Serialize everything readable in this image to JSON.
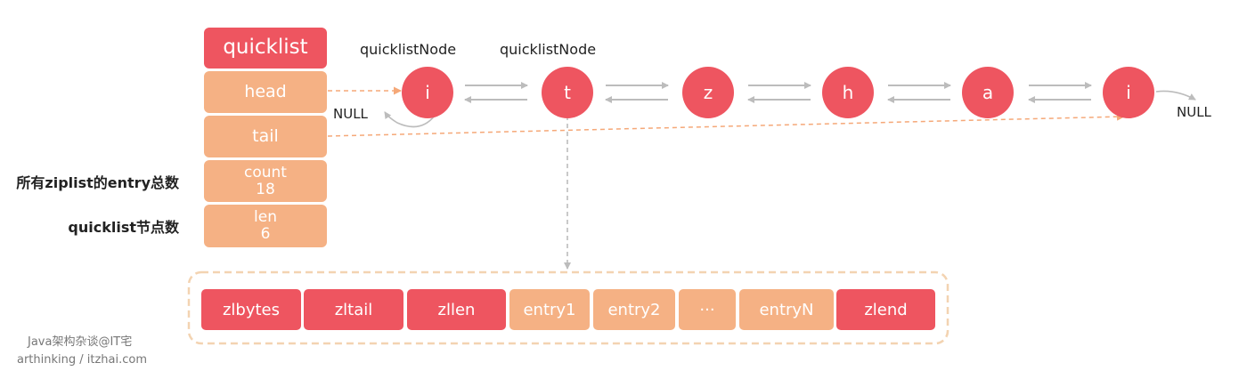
{
  "quicklist": {
    "title": "quicklist",
    "head": "head",
    "tail": "tail",
    "count_label": "count",
    "count_value": "18",
    "len_label": "len",
    "len_value": "6"
  },
  "annotations": {
    "count_desc": "所有ziplist的entry总数",
    "len_desc": "quicklist节点数",
    "node_type_1": "quicklistNode",
    "node_type_2": "quicklistNode",
    "null_left": "NULL",
    "null_right": "NULL"
  },
  "nodes": [
    "i",
    "t",
    "z",
    "h",
    "a",
    "i"
  ],
  "ziplist": {
    "cells": [
      {
        "label": "zlbytes",
        "kind": "header"
      },
      {
        "label": "zltail",
        "kind": "header"
      },
      {
        "label": "zllen",
        "kind": "header"
      },
      {
        "label": "entry1",
        "kind": "entry"
      },
      {
        "label": "entry2",
        "kind": "entry"
      },
      {
        "label": "···",
        "kind": "entry"
      },
      {
        "label": "entryN",
        "kind": "entry"
      },
      {
        "label": "zlend",
        "kind": "header"
      }
    ]
  },
  "footer": {
    "line1": "Java架构杂谈@IT宅",
    "line2": "arthinking / itzhai.com"
  },
  "colors": {
    "red": "#ee5560",
    "peach": "#f5b184",
    "arrow_gray": "#bcbcbc",
    "dashed_orange": "#f5a878",
    "dashed_border": "#f3d3b1"
  }
}
